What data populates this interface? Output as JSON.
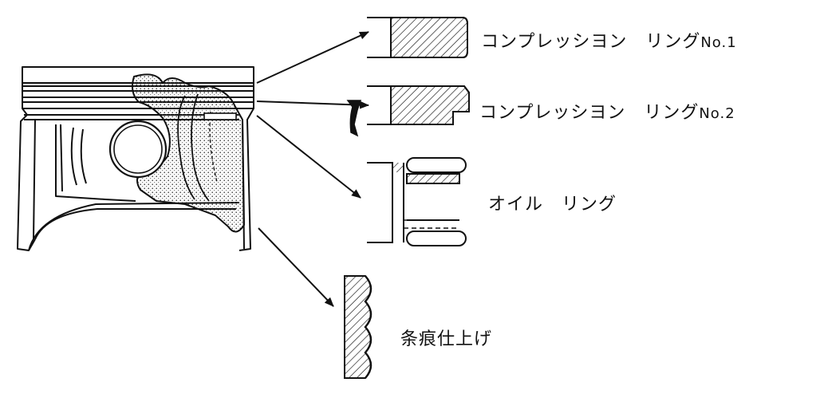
{
  "labels": {
    "ring1_text": "コンプレッシヨン　リング",
    "ring1_no": "No.1",
    "ring2_text": "コンプレッシヨン　リング",
    "ring2_no": "No.2",
    "oil_ring": "オイル　リング",
    "surface_finish": "条痕仕上げ"
  },
  "colors": {
    "ink": "#111111",
    "background": "#ffffff",
    "dots": "#333333"
  },
  "icons": {
    "piston": "piston-cross-section-drawing",
    "ring_sections": "ring-section-hatched-drawing",
    "finish": "wavy-surface-hatched-drawing"
  }
}
